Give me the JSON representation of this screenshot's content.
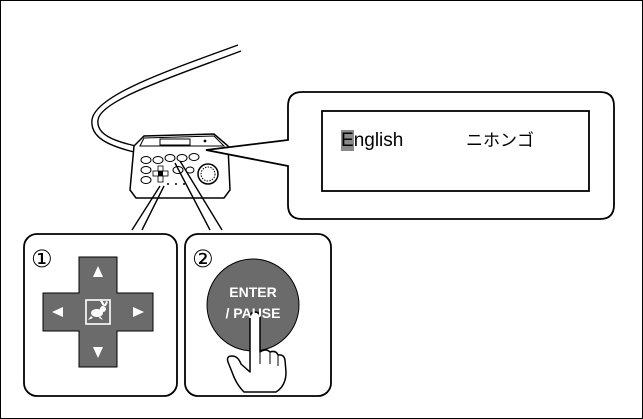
{
  "lcd": {
    "english_first_letter": "E",
    "english_rest": "nglish",
    "japanese": "ニホンゴ"
  },
  "steps": {
    "step1_number": "①",
    "step2_number": "②"
  },
  "enter_button": {
    "line1": "ENTER",
    "line2": "/ PAUSE"
  },
  "icons": {
    "dpad": "cross-arrow-dpad-icon",
    "center_key": "rabbit-icon",
    "hand": "pressing-hand-icon"
  },
  "colors": {
    "button_gray": "#6b6b6b",
    "highlight_gray": "#8a8a8a"
  }
}
